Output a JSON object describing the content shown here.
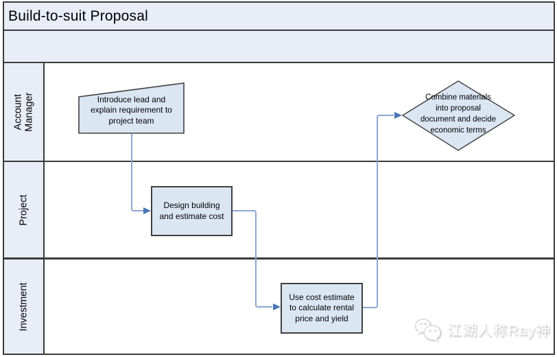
{
  "title": "Build-to-suit Proposal",
  "lanes": [
    {
      "label": "Account Manager"
    },
    {
      "label": "Project"
    },
    {
      "label": "Investment"
    }
  ],
  "nodes": {
    "introduce": {
      "type": "card",
      "lane": "Account Manager",
      "text": "Introduce lead and\nexplain requirement to\nproject team"
    },
    "design": {
      "type": "process",
      "lane": "Project",
      "text": "Design building\nand estimate cost"
    },
    "estimate": {
      "type": "process",
      "lane": "Investment",
      "text": "Use cost estimate\nto calculate rental\nprice and yield"
    },
    "combine": {
      "type": "decision",
      "lane": "Account Manager",
      "text": "Combine materials\ninto proposal\ndocument and decide\neconomic terms"
    }
  },
  "connectors": [
    {
      "from": "introduce",
      "to": "design"
    },
    {
      "from": "design",
      "to": "estimate"
    },
    {
      "from": "estimate",
      "to": "combine"
    }
  ],
  "watermark": {
    "icon": "wechat-icon",
    "text": "江湖人称Ray神"
  },
  "colors": {
    "band_fill": "#e9edf8",
    "shape_fill": "#dbe6f3",
    "shape_border": "#404040",
    "connector_line": "#8ba6d1",
    "connector_arrow": "#4a75b5",
    "frame_border": "#3a3a3a"
  }
}
